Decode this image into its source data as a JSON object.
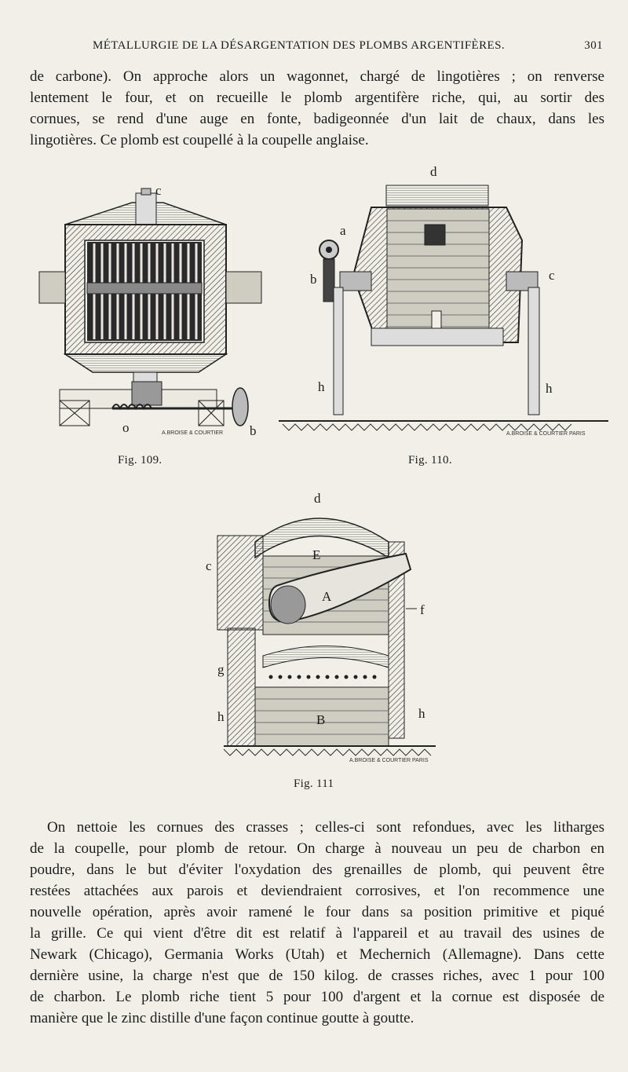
{
  "header": {
    "running_title": "MÉTALLURGIE DE LA DÉSARGENTATION DES PLOMBS ARGENTIFÈRES.",
    "page_number": "301"
  },
  "paragraph_top": [
    "de carbone). On approche alors un wagonnet, chargé de lingotières ; on renverse",
    "lentement le four, et on recueille le plomb argentifère riche, qui, au sortir des",
    "cornues, se rend d'une auge en fonte, badigeonnée d'un lait de chaux, dans les",
    "lingotières. Ce plomb est coupellé à la coupelle anglaise."
  ],
  "figures": {
    "fig109": {
      "caption": "Fig. 109.",
      "labels": {
        "c": "c",
        "o": "o",
        "b": "b"
      },
      "engraver": "A.BROISE & COURTIER"
    },
    "fig110": {
      "caption": "Fig. 110.",
      "labels": {
        "d": "d",
        "a": "a",
        "b": "b",
        "c": "c",
        "h_left": "h",
        "h_right": "h"
      },
      "engraver": "A.BROISE & COURTIER PARIS"
    },
    "fig111": {
      "caption": "Fig. 111",
      "labels": {
        "d": "d",
        "c": "c",
        "E": "E",
        "A": "A",
        "f": "f",
        "g": "g",
        "B": "B",
        "h_left": "h",
        "h_right": "h"
      },
      "engraver": "A.BROISE & COURTIER PARIS"
    }
  },
  "paragraph_bottom": [
    "On nettoie les cornues des crasses ; celles-ci sont refondues, avec les litharges",
    "de la coupelle, pour plomb de retour. On charge à nouveau un peu de charbon en",
    "poudre, dans le but d'éviter l'oxydation des grenailles de plomb, qui peuvent être",
    "restées attachées aux parois et deviendraient corrosives, et l'on recommence une",
    "nouvelle opération, après avoir ramené le four dans sa position primitive et piqué",
    "la grille. Ce qui vient d'être dit est relatif à l'appareil et au travail des usines de",
    "Newark (Chicago), Germania Works (Utah) et Mechernich (Allemagne). Dans cette",
    "dernière usine, la charge n'est que de 150 kilog. de crasses riches, avec 1 pour 100",
    "de charbon. Le plomb riche tient 5 pour 100 d'argent et la cornue est disposée de",
    "manière que le zinc distille d'une façon continue goutte à goutte."
  ],
  "colors": {
    "paper": "#f1efe8",
    "ink": "#1c1c1c"
  }
}
